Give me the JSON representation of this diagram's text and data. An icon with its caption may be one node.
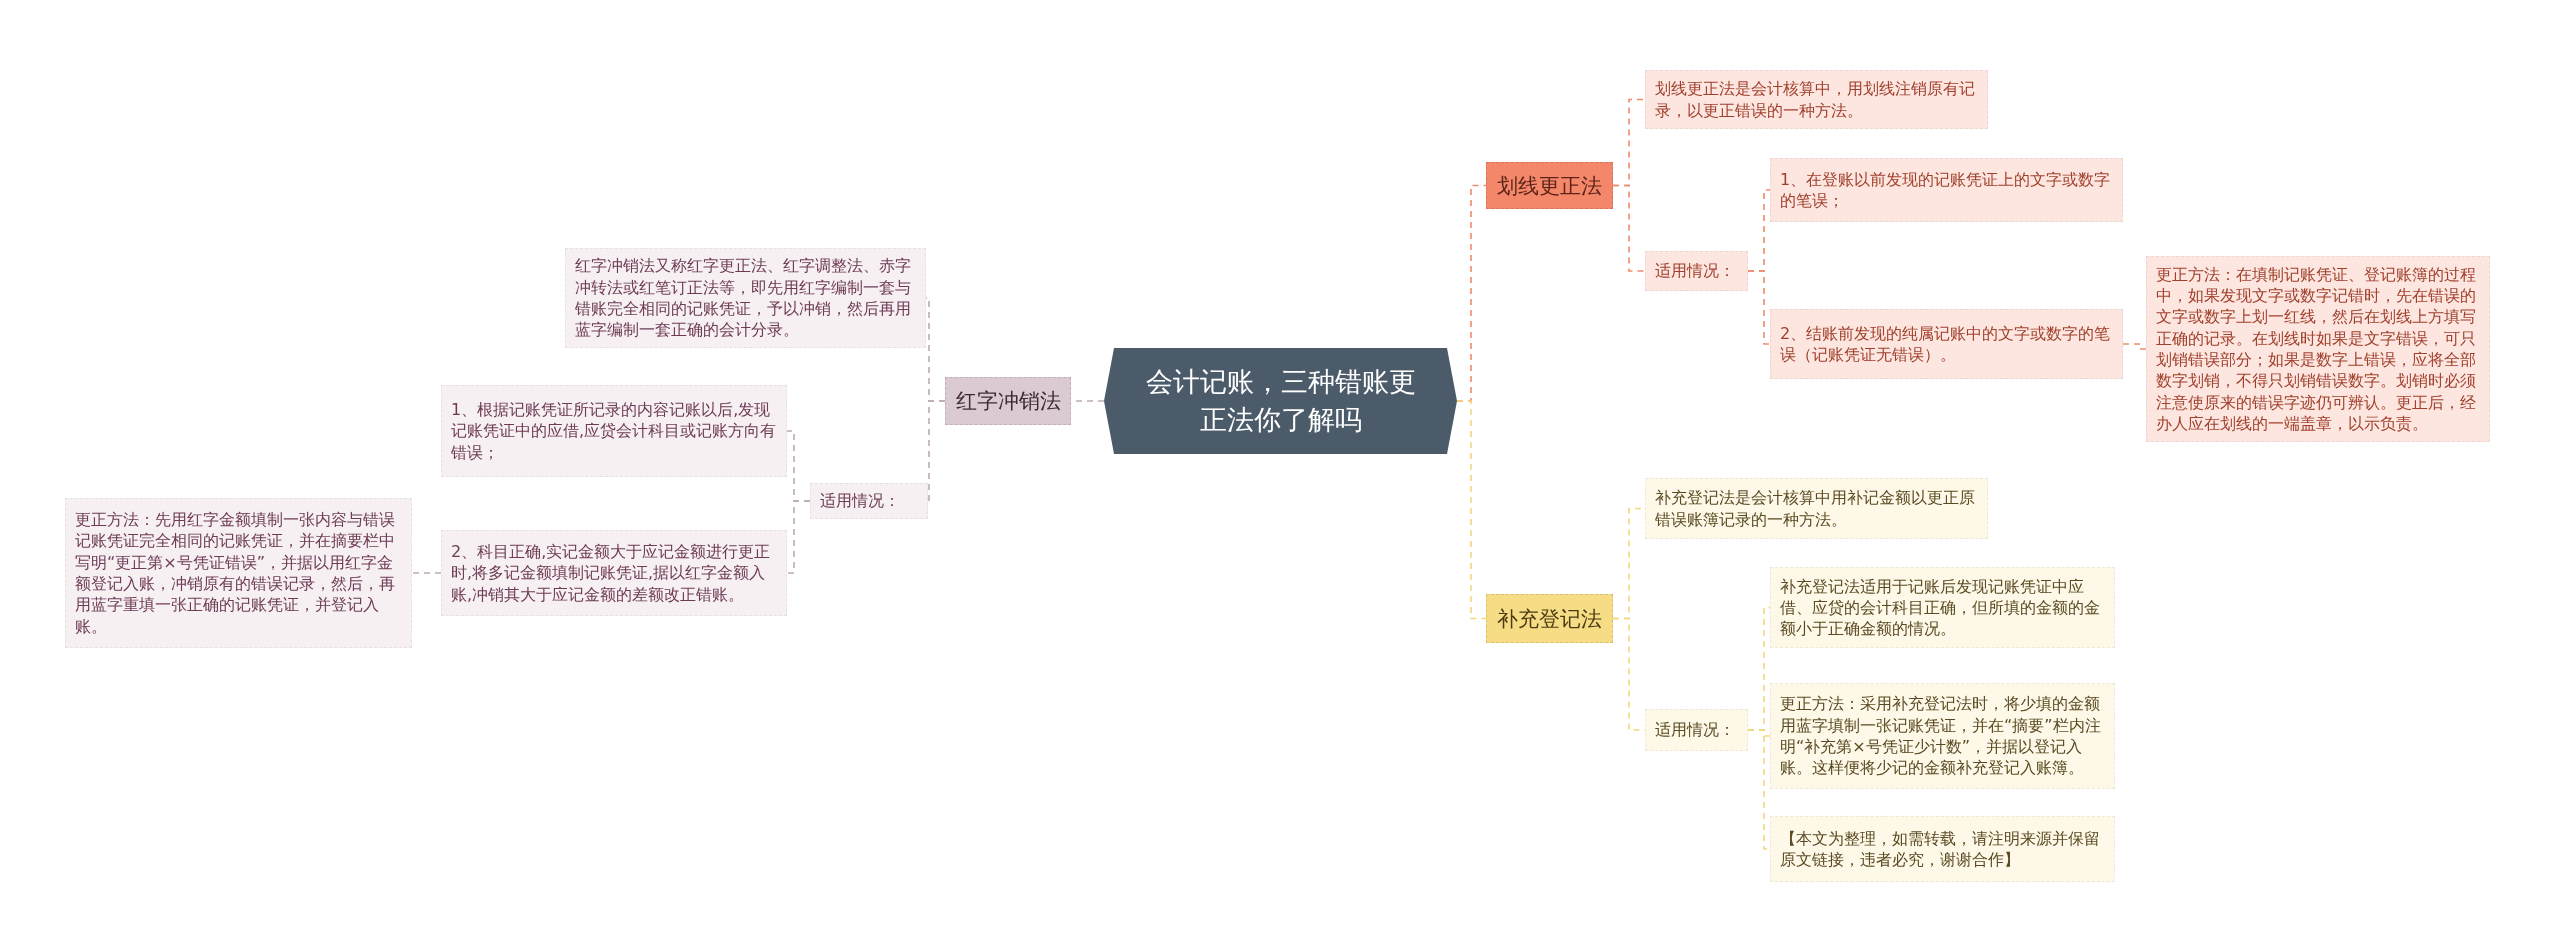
{
  "diagram": {
    "nodes": [
      {
        "text": [
          "会计记账，三种错账更正法你了解吗"
        ]
      },
      {
        "text": [
          "划线更正法"
        ]
      },
      {
        "text": [
          "划线更正法是会计核算中，用划线注销原有记录，以更正错误的一种方法。"
        ]
      },
      {
        "text": [
          "适用情况："
        ]
      },
      {
        "text": [
          "1、在登账以前发现的记账凭证上的文字或数字的笔误；"
        ]
      },
      {
        "text": [
          "2、结账前发现的纯属记账中的文字或数字的笔误（记账凭证无错误）。"
        ]
      },
      {
        "text": [
          "更正方法：在填制记账凭证、登记账簿的过程中，如果发现文字或数字记错时，先在错误的文字或数字上划一红线，然后在划线上方填写正确的记录。在划线时如果是文字错误，可只划销错误部分；如果是数字上错误，应将全部数字划销，不得只划销错误数字。划销时必须注意使原来的错误字迹仍可辨认。更正后，经办人应在划线的一端盖章，以示负责。"
        ]
      },
      {
        "text": [
          "补充登记法"
        ]
      },
      {
        "text": [
          "补充登记法是会计核算中用补记金额以更正原错误账簿记录的一种方法。"
        ]
      },
      {
        "text": [
          "适用情况："
        ]
      },
      {
        "text": [
          "补充登记法适用于记账后发现记账凭证中应借、应贷的会计科目正确，但所填的金额的金额小于正确金额的情况。"
        ]
      },
      {
        "text": [
          "更正方法：采用补充登记法时，将少填的金额用蓝字填制一张记账凭证，并在“摘要”栏内注明“补充第×号凭证少计数”，并据以登记入账。这样便将少记的金额补充登记入账簿。"
        ]
      },
      {
        "text": [
          "【本文为整理，如需转载，请注明来源并保留原文链接，违者必究，谢谢合作】"
        ]
      },
      {
        "text": [
          "红字冲销法"
        ]
      },
      {
        "text": [
          "红字冲销法又称红字更正法、红字调整法、赤字冲转法或红笔订正法等，即先用红字编制一套与错账完全相同的记账凭证，予以冲销，然后再用蓝字编制一套正确的会计分录。"
        ]
      },
      {
        "text": [
          "适用情况："
        ]
      },
      {
        "text": [
          "1、根据记账凭证所记录的内容记账以后,发现记账凭证中的应借,应贷会计科目或记账方向有错误；"
        ]
      },
      {
        "text": [
          "2、科目正确,实记金额大于应记金额进行更正时,将多记金额填制记账凭证,据以红字金额入账,冲销其大于应记金额的差额改正错账。"
        ]
      },
      {
        "text": [
          "更正方法：先用红字金额填制一张内容与错误记账凭证完全相同的记账凭证，并在摘要栏中写明“更正第×号凭证错误”，并据以用红字金额登记入账，冲销原有的错误记录，然后，再用蓝字重填一张正确的记账凭证，并登记入账。"
        ]
      }
    ],
    "edges": [
      {
        "from": 0,
        "to": 1,
        "arrow": "none",
        "style": "dashed",
        "color": "#f08a6c"
      },
      {
        "from": 1,
        "to": 2,
        "arrow": "none",
        "style": "dashed",
        "color": "#f08a6c"
      },
      {
        "from": 1,
        "to": 3,
        "arrow": "none",
        "style": "dashed",
        "color": "#f08a6c"
      },
      {
        "from": 3,
        "to": 4,
        "arrow": "none",
        "style": "dashed",
        "color": "#f08a6c"
      },
      {
        "from": 3,
        "to": 5,
        "arrow": "none",
        "style": "dashed",
        "color": "#f08a6c"
      },
      {
        "from": 5,
        "to": 6,
        "arrow": "none",
        "style": "dashed",
        "color": "#f08a6c"
      },
      {
        "from": 0,
        "to": 7,
        "arrow": "none",
        "style": "dashed",
        "color": "#f2d77c"
      },
      {
        "from": 7,
        "to": 8,
        "arrow": "none",
        "style": "dashed",
        "color": "#f2d77c"
      },
      {
        "from": 7,
        "to": 9,
        "arrow": "none",
        "style": "dashed",
        "color": "#f2d77c"
      },
      {
        "from": 9,
        "to": 10,
        "arrow": "none",
        "style": "dashed",
        "color": "#f2d77c"
      },
      {
        "from": 9,
        "to": 11,
        "arrow": "none",
        "style": "dashed",
        "color": "#f2d77c"
      },
      {
        "from": 9,
        "to": 12,
        "arrow": "none",
        "style": "dashed",
        "color": "#f2d77c"
      },
      {
        "from": 0,
        "to": 13,
        "arrow": "none",
        "style": "dashed",
        "color": "#bcaab2"
      },
      {
        "from": 13,
        "to": 14,
        "arrow": "none",
        "style": "dashed",
        "color": "#bcaab2"
      },
      {
        "from": 13,
        "to": 15,
        "arrow": "none",
        "style": "dashed",
        "color": "#bcaab2"
      },
      {
        "from": 15,
        "to": 16,
        "arrow": "none",
        "style": "dashed",
        "color": "#bcaab2"
      },
      {
        "from": 15,
        "to": 17,
        "arrow": "none",
        "style": "dashed",
        "color": "#bcaab2"
      },
      {
        "from": 17,
        "to": 18,
        "arrow": "none",
        "style": "dashed",
        "color": "#bcaab2"
      }
    ]
  }
}
